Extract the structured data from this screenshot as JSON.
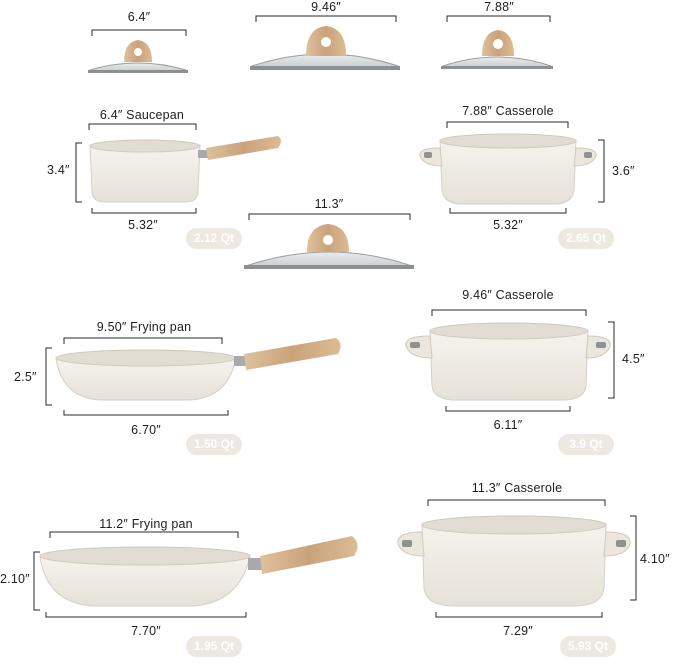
{
  "lids": [
    {
      "size": "6.4″"
    },
    {
      "size": "9.46″"
    },
    {
      "size": "7.88″"
    },
    {
      "size": "11.3″"
    }
  ],
  "pieces": [
    {
      "name": "6.4″ Saucepan",
      "height": "3.4″",
      "base": "5.32″",
      "capacity": "2.12 Qt"
    },
    {
      "name": "7.88″ Casserole",
      "height": "3.6″",
      "base": "5.32″",
      "capacity": "2.65 Qt"
    },
    {
      "name": "9.50″ Frying pan",
      "height": "2.5″",
      "base": "6.70″",
      "capacity": "1.50 Qt"
    },
    {
      "name": "9.46″ Casserole",
      "height": "4.5″",
      "base": "6.11″",
      "capacity": "3.9 Qt"
    },
    {
      "name": "11.2″ Frying pan",
      "height": "2.10″",
      "base": "7.70″",
      "capacity": "1.95 Qt"
    },
    {
      "name": "11.3″ Casserole",
      "height": "4.10″",
      "base": "7.29″",
      "capacity": "5.93 Qt"
    }
  ],
  "colors": {
    "body": "#f1ede6",
    "interior": "#e2ddd3",
    "wood": "#c9a27a",
    "badge": "#ede9e2",
    "line": "#2a2a2a"
  }
}
